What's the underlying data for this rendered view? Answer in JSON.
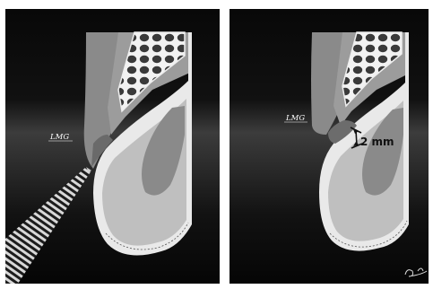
{
  "figure": {
    "left_panel": {
      "label": "LMG"
    },
    "right_panel": {
      "label": "LMG",
      "measurement": "2 mm"
    },
    "colors": {
      "background_dark": "#0c0c0c",
      "background_mid": "#3a3a3a",
      "gingiva": "#8f8f8f",
      "bone": "#9a9a9a",
      "enamel": "#e9e9e9",
      "dentin": "#bdbdbd",
      "pulp": "#888888",
      "label_text": "#ffffff"
    }
  }
}
